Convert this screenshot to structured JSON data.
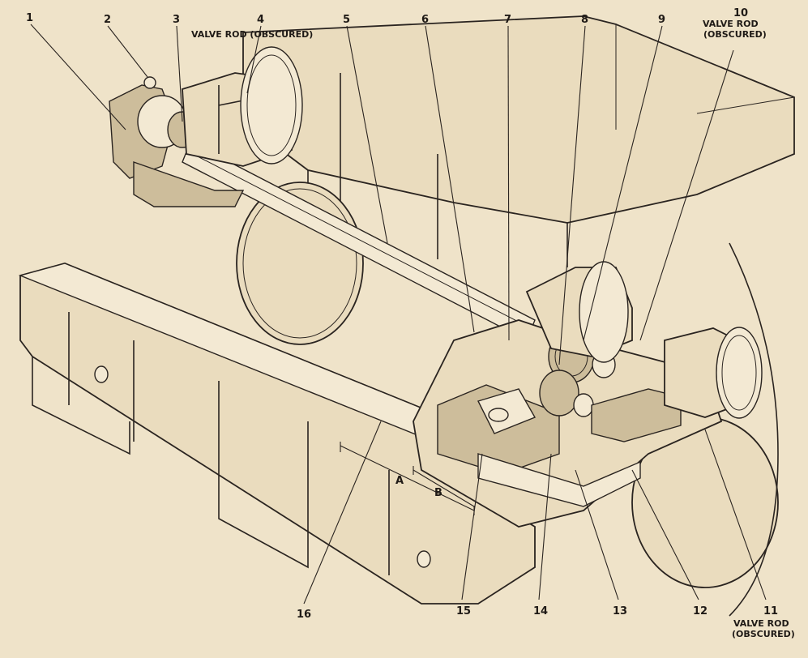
{
  "callouts": [
    {
      "id": "1",
      "text": "1"
    },
    {
      "id": "2",
      "text": "2"
    },
    {
      "id": "3",
      "text": "3"
    },
    {
      "id": "4",
      "text": "4"
    },
    {
      "id": "5",
      "text": "5"
    },
    {
      "id": "6",
      "text": "6"
    },
    {
      "id": "7",
      "text": "7"
    },
    {
      "id": "8",
      "text": "8"
    },
    {
      "id": "9",
      "text": "9"
    },
    {
      "id": "10",
      "text": "10"
    },
    {
      "id": "11",
      "text": "11"
    },
    {
      "id": "12",
      "text": "12"
    },
    {
      "id": "13",
      "text": "13"
    },
    {
      "id": "14",
      "text": "14"
    },
    {
      "id": "15",
      "text": "15"
    },
    {
      "id": "16",
      "text": "16"
    }
  ],
  "captions": {
    "valve_rod_top": "VALVE ROD (OBSCURED)",
    "valve_rod_10_line1": "VALVE ROD",
    "valve_rod_10_line2": "(OBSCURED)",
    "valve_rod_11_line1": "VALVE ROD",
    "valve_rod_11_line2": "(OBSCURED)"
  },
  "dimensions": {
    "a": "A",
    "b": "B"
  }
}
